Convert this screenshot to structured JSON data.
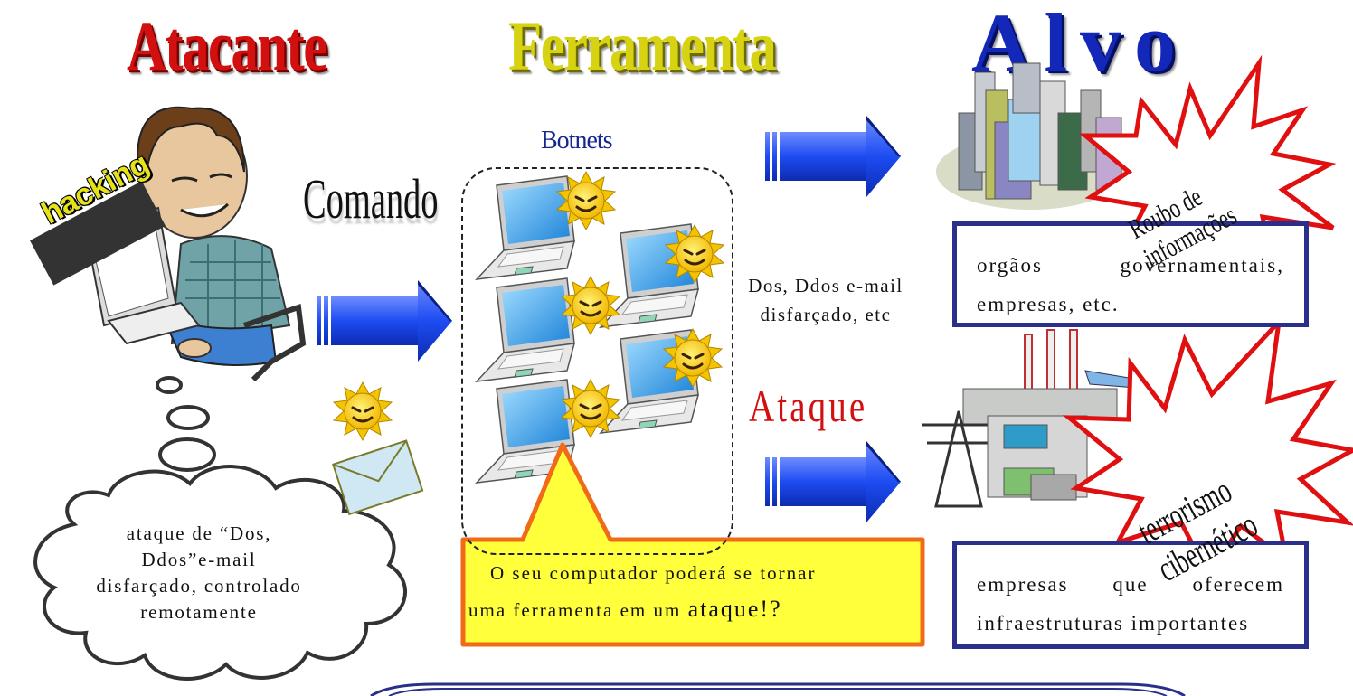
{
  "headers": {
    "attacker": "Atacante",
    "tool": "Ferramenta",
    "target": "Alvo"
  },
  "labels": {
    "command": "Comando",
    "botnets": "Botnets",
    "attack": "Ataque",
    "dos_line1": "Dos, Ddos e-mail",
    "dos_line2": "disfarçado, etc",
    "hacking_sign": "hacking"
  },
  "cloud": {
    "line1": "ataque de “Dos,",
    "line2": "Ddos”e-mail",
    "line3": "disfarçado, controlado",
    "line4": "remotamente"
  },
  "callout": {
    "line1": "O seu computador poderá se tornar",
    "line2_prefix": "uma ferramenta em um ",
    "line2_emphasis": "ataque!?"
  },
  "targets": {
    "box1_line1": "orgãos governamentais,",
    "box1_line2": "empresas, etc.",
    "box2_line1": "empresas que oferecem",
    "box2_line2": "infraestruturas importantes",
    "star1": "Roubo de informações",
    "star2": "terrorismo cibernético"
  },
  "colors": {
    "attacker_header": "#d21010",
    "tool_header": "#d7d212",
    "target_header": "#1327b8",
    "arrow": "#1d4cf2",
    "box_border": "#2a2f8c",
    "callout_fill": "#ffff3c",
    "callout_border": "#f06a18",
    "star_border": "#e01010"
  }
}
